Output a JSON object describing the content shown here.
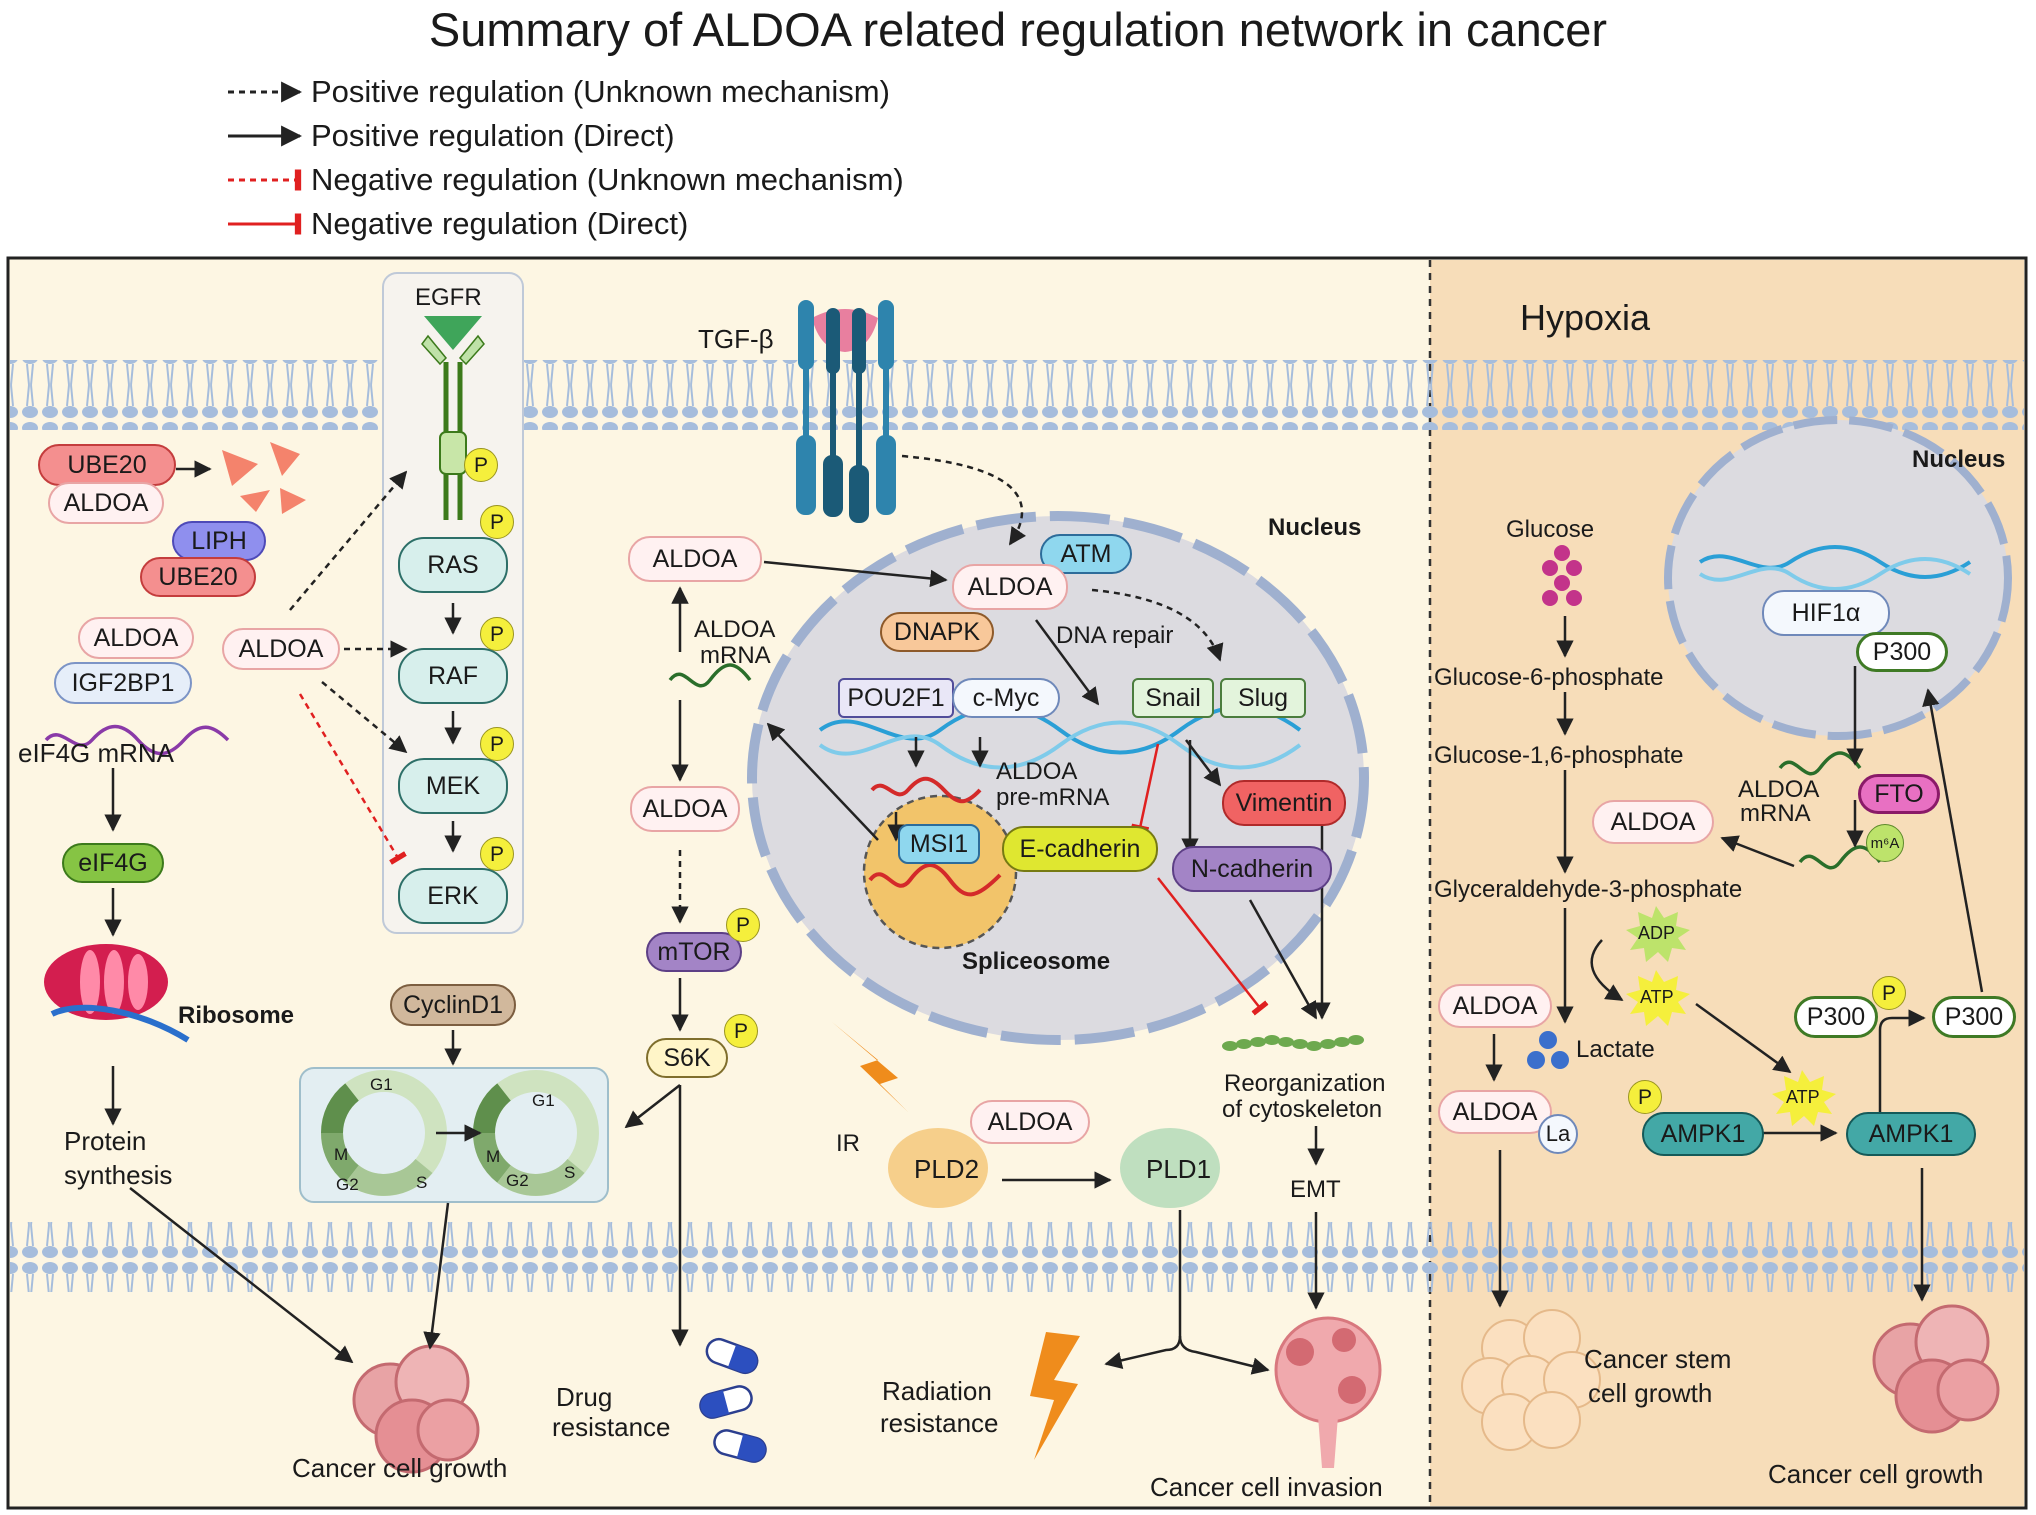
{
  "title": "Summary of ALDOA related regulation network in cancer",
  "legend": [
    {
      "label": "Positive regulation (Unknown mechanism)",
      "line": "dotted-arrow",
      "color": "#222222"
    },
    {
      "label": "Positive regulation (Direct)",
      "line": "solid-arrow",
      "color": "#222222"
    },
    {
      "label": "Negative regulation (Unknown mechanism)",
      "line": "dotted-bar",
      "color": "#e02020"
    },
    {
      "label": "Negative regulation (Direct)",
      "line": "solid-bar",
      "color": "#e02020"
    }
  ],
  "colors": {
    "cytoplasm": "#fdf6e3",
    "hypoxia_panel": "#f7ddb9",
    "nucleus": "#dcdbe0",
    "membrane_head": "#a6bddc",
    "positive": "#222222",
    "negative": "#e02020"
  },
  "phospho": "P",
  "left": {
    "ube20_a": "UBE20",
    "aldoa_a": "ALDOA",
    "liph": "LIPH",
    "ube20_b": "UBE20",
    "aldoa_b": "ALDOA",
    "igf2bp1": "IGF2BP1",
    "eif4g_mrna": "eIF4G mRNA",
    "eif4g": "eIF4G",
    "ribosome": "Ribosome",
    "protein_synthesis_1": "Protein",
    "protein_synthesis_2": "synthesis",
    "cancer_growth": "Cancer cell growth",
    "degradation_icon": "protein-fragment-icon",
    "ribosome_icon": "ribosome-icon"
  },
  "egfr": {
    "receptor": "EGFR",
    "aldoa": "ALDOA",
    "ras": "RAS",
    "raf": "RAF",
    "mek": "MEK",
    "erk": "ERK",
    "cyclind1": "CyclinD1",
    "cycle_phases": [
      "G1",
      "M",
      "G2",
      "S"
    ]
  },
  "tgf": {
    "ligand": "TGF-β",
    "aldoa_cyto": "ALDOA",
    "aldoa_mrna_1": "ALDOA",
    "aldoa_mrna_2": "mRNA",
    "aldoa_mid": "ALDOA",
    "mtor": "mTOR",
    "s6k": "S6K",
    "drug_1": "Drug",
    "drug_2": "resistance",
    "pill_icon": "capsule-icon"
  },
  "nucleus": {
    "label": "Nucleus",
    "aldoa": "ALDOA",
    "atm": "ATM",
    "dnapk": "DNAPK",
    "dna_repair": "DNA repair",
    "pou2f1": "POU2F1",
    "cmyc": "c-Myc",
    "snail": "Snail",
    "slug": "Slug",
    "premrna_1": "ALDOA",
    "premrna_2": "pre-mRNA",
    "msi1": "MSI1",
    "spliceosome": "Spliceosome",
    "ecadherin": "E-cadherin",
    "vimentin": "Vimentin",
    "ncadherin": "N-cadherin"
  },
  "invasion": {
    "cytoskeleton_1": "Reorganization",
    "cytoskeleton_2": "of cytoskeleton",
    "emt": "EMT",
    "ir": "IR",
    "aldoa": "ALDOA",
    "pld2": "PLD2",
    "pld1": "PLD1",
    "radiation_1": "Radiation",
    "radiation_2": "resistance",
    "invasion": "Cancer cell invasion",
    "lightning_icon": "lightning-icon"
  },
  "hypoxia": {
    "label": "Hypoxia",
    "nucleus": "Nucleus",
    "glucose": "Glucose",
    "g6p": "Glucose-6-phosphate",
    "g16p": "Glucose-1,6-phosphate",
    "g3p": "Glyceraldehyde-3-phosphate",
    "hif1a": "HIF1α",
    "p300_nuc": "P300",
    "aldoa_mrna_1": "ALDOA",
    "aldoa_mrna_2": "mRNA",
    "fto": "FTO",
    "m6a": "m⁶A",
    "aldoa_1": "ALDOA",
    "aldoa_2": "ALDOA",
    "aldoa_3": "ALDOA",
    "adp": "ADP",
    "atp_1": "ATP",
    "atp_2": "ATP",
    "lactate": "Lactate",
    "la": "La",
    "p300_a": "P300",
    "p300_b": "P300",
    "ampk1_a": "AMPK1",
    "ampk1_b": "AMPK1",
    "stem_1": "Cancer stem",
    "stem_2": "cell growth",
    "growth": "Cancer cell growth"
  }
}
